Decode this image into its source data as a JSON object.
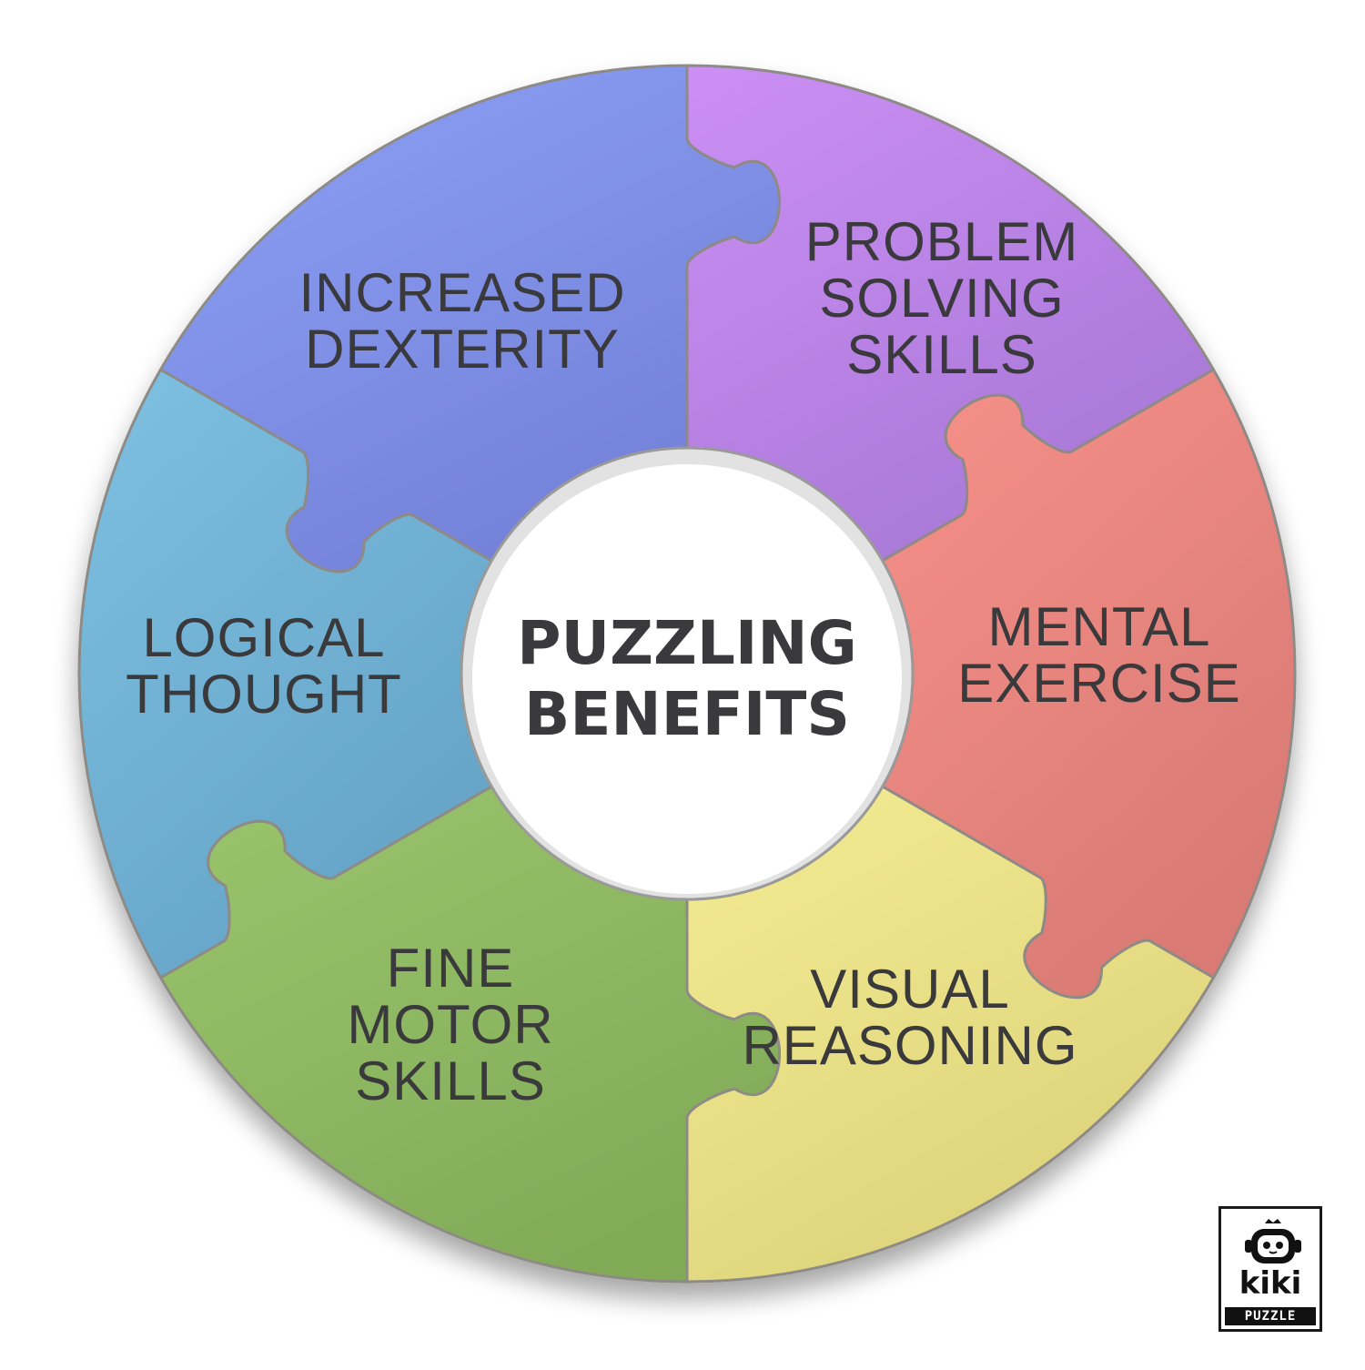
{
  "center": {
    "lines": [
      "PUZZLING",
      "BENEFITS"
    ]
  },
  "segments": [
    {
      "id": "dexterity",
      "lines": [
        "INCREASED",
        "DEXTERITY"
      ],
      "color_light": "#cc8ff5",
      "color_dark": "#a878d6"
    },
    {
      "id": "problem",
      "lines": [
        "PROBLEM",
        "SOLVING",
        "SKILLS"
      ],
      "color_light": "#f7918a",
      "color_dark": "#d97a74"
    },
    {
      "id": "mental",
      "lines": [
        "MENTAL",
        "EXERCISE"
      ],
      "color_light": "#f4ec92",
      "color_dark": "#dcd27a"
    },
    {
      "id": "visual",
      "lines": [
        "VISUAL",
        "REASONING"
      ],
      "color_light": "#9ac56c",
      "color_dark": "#82ab58"
    },
    {
      "id": "fine-motor",
      "lines": [
        "FINE",
        "MOTOR",
        "SKILLS"
      ],
      "color_light": "#7ec1e2",
      "color_dark": "#65a3c6"
    },
    {
      "id": "logical",
      "lines": [
        "LOGICAL",
        "THOUGHT"
      ],
      "color_light": "#8da2f6",
      "color_dark": "#7380d8"
    }
  ],
  "logo": {
    "brand": "kiki",
    "sub": "PUZZLE"
  }
}
